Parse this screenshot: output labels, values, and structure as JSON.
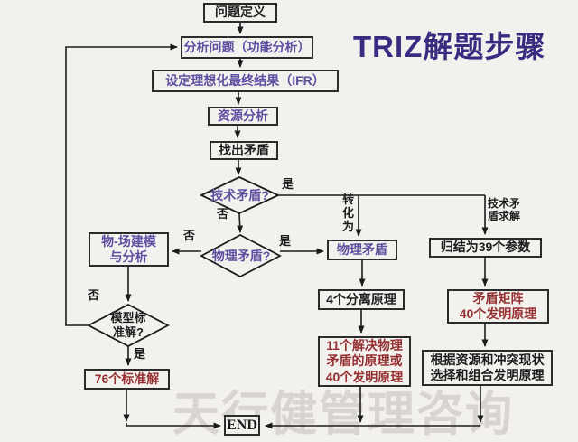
{
  "title": "TRIZ解题步骤",
  "watermark": "天行健管理咨询",
  "colors": {
    "background": "#f3f1ee",
    "title_text": "#3a2b80",
    "node_purple_text": "#5f4fa0",
    "node_red_text": "#943031",
    "line_and_black_text": "#1c1c1c",
    "watermark_gray": "#d8d4d0"
  },
  "nodes": {
    "problem_definition": "问题定义",
    "analyze_problem": "分析问题（功能分析）",
    "set_ifr": "设定理想化最终结果（IFR）",
    "resource_analysis": "资源分析",
    "find_contradictions": "找出矛盾",
    "tech_contradiction_q": "技术矛盾?",
    "physical_contradiction_q": "物理矛盾?",
    "su_field_modeling": {
      "line1": "物-场建模",
      "line2": "与分析"
    },
    "model_standard_q": {
      "line1": "模型标",
      "line2": "准解?"
    },
    "standard_76": "76个标准解",
    "physical_contradiction": "物理矛盾",
    "separation_4": "4个分离原理",
    "principles_11_40": {
      "line1": "11个解决物理",
      "line2": "矛盾的原理或",
      "line3": "40个发明原理"
    },
    "params_39": "归结为39个参数",
    "matrix_40": {
      "line1": "矛盾矩阵",
      "line2": "40个发明原理"
    },
    "select_combine": {
      "line1": "根据资源和冲突现状",
      "line2": "选择和组合发明原理"
    },
    "end": "END"
  },
  "labels": {
    "yes_tech": "是",
    "no_tech": "否",
    "transform_into": "转化为",
    "yes_phys": "是",
    "no_phys": "否",
    "tech_solve": {
      "line1": "技术矛",
      "line2": "盾求解"
    },
    "no_model": "否",
    "yes_model": "是"
  }
}
